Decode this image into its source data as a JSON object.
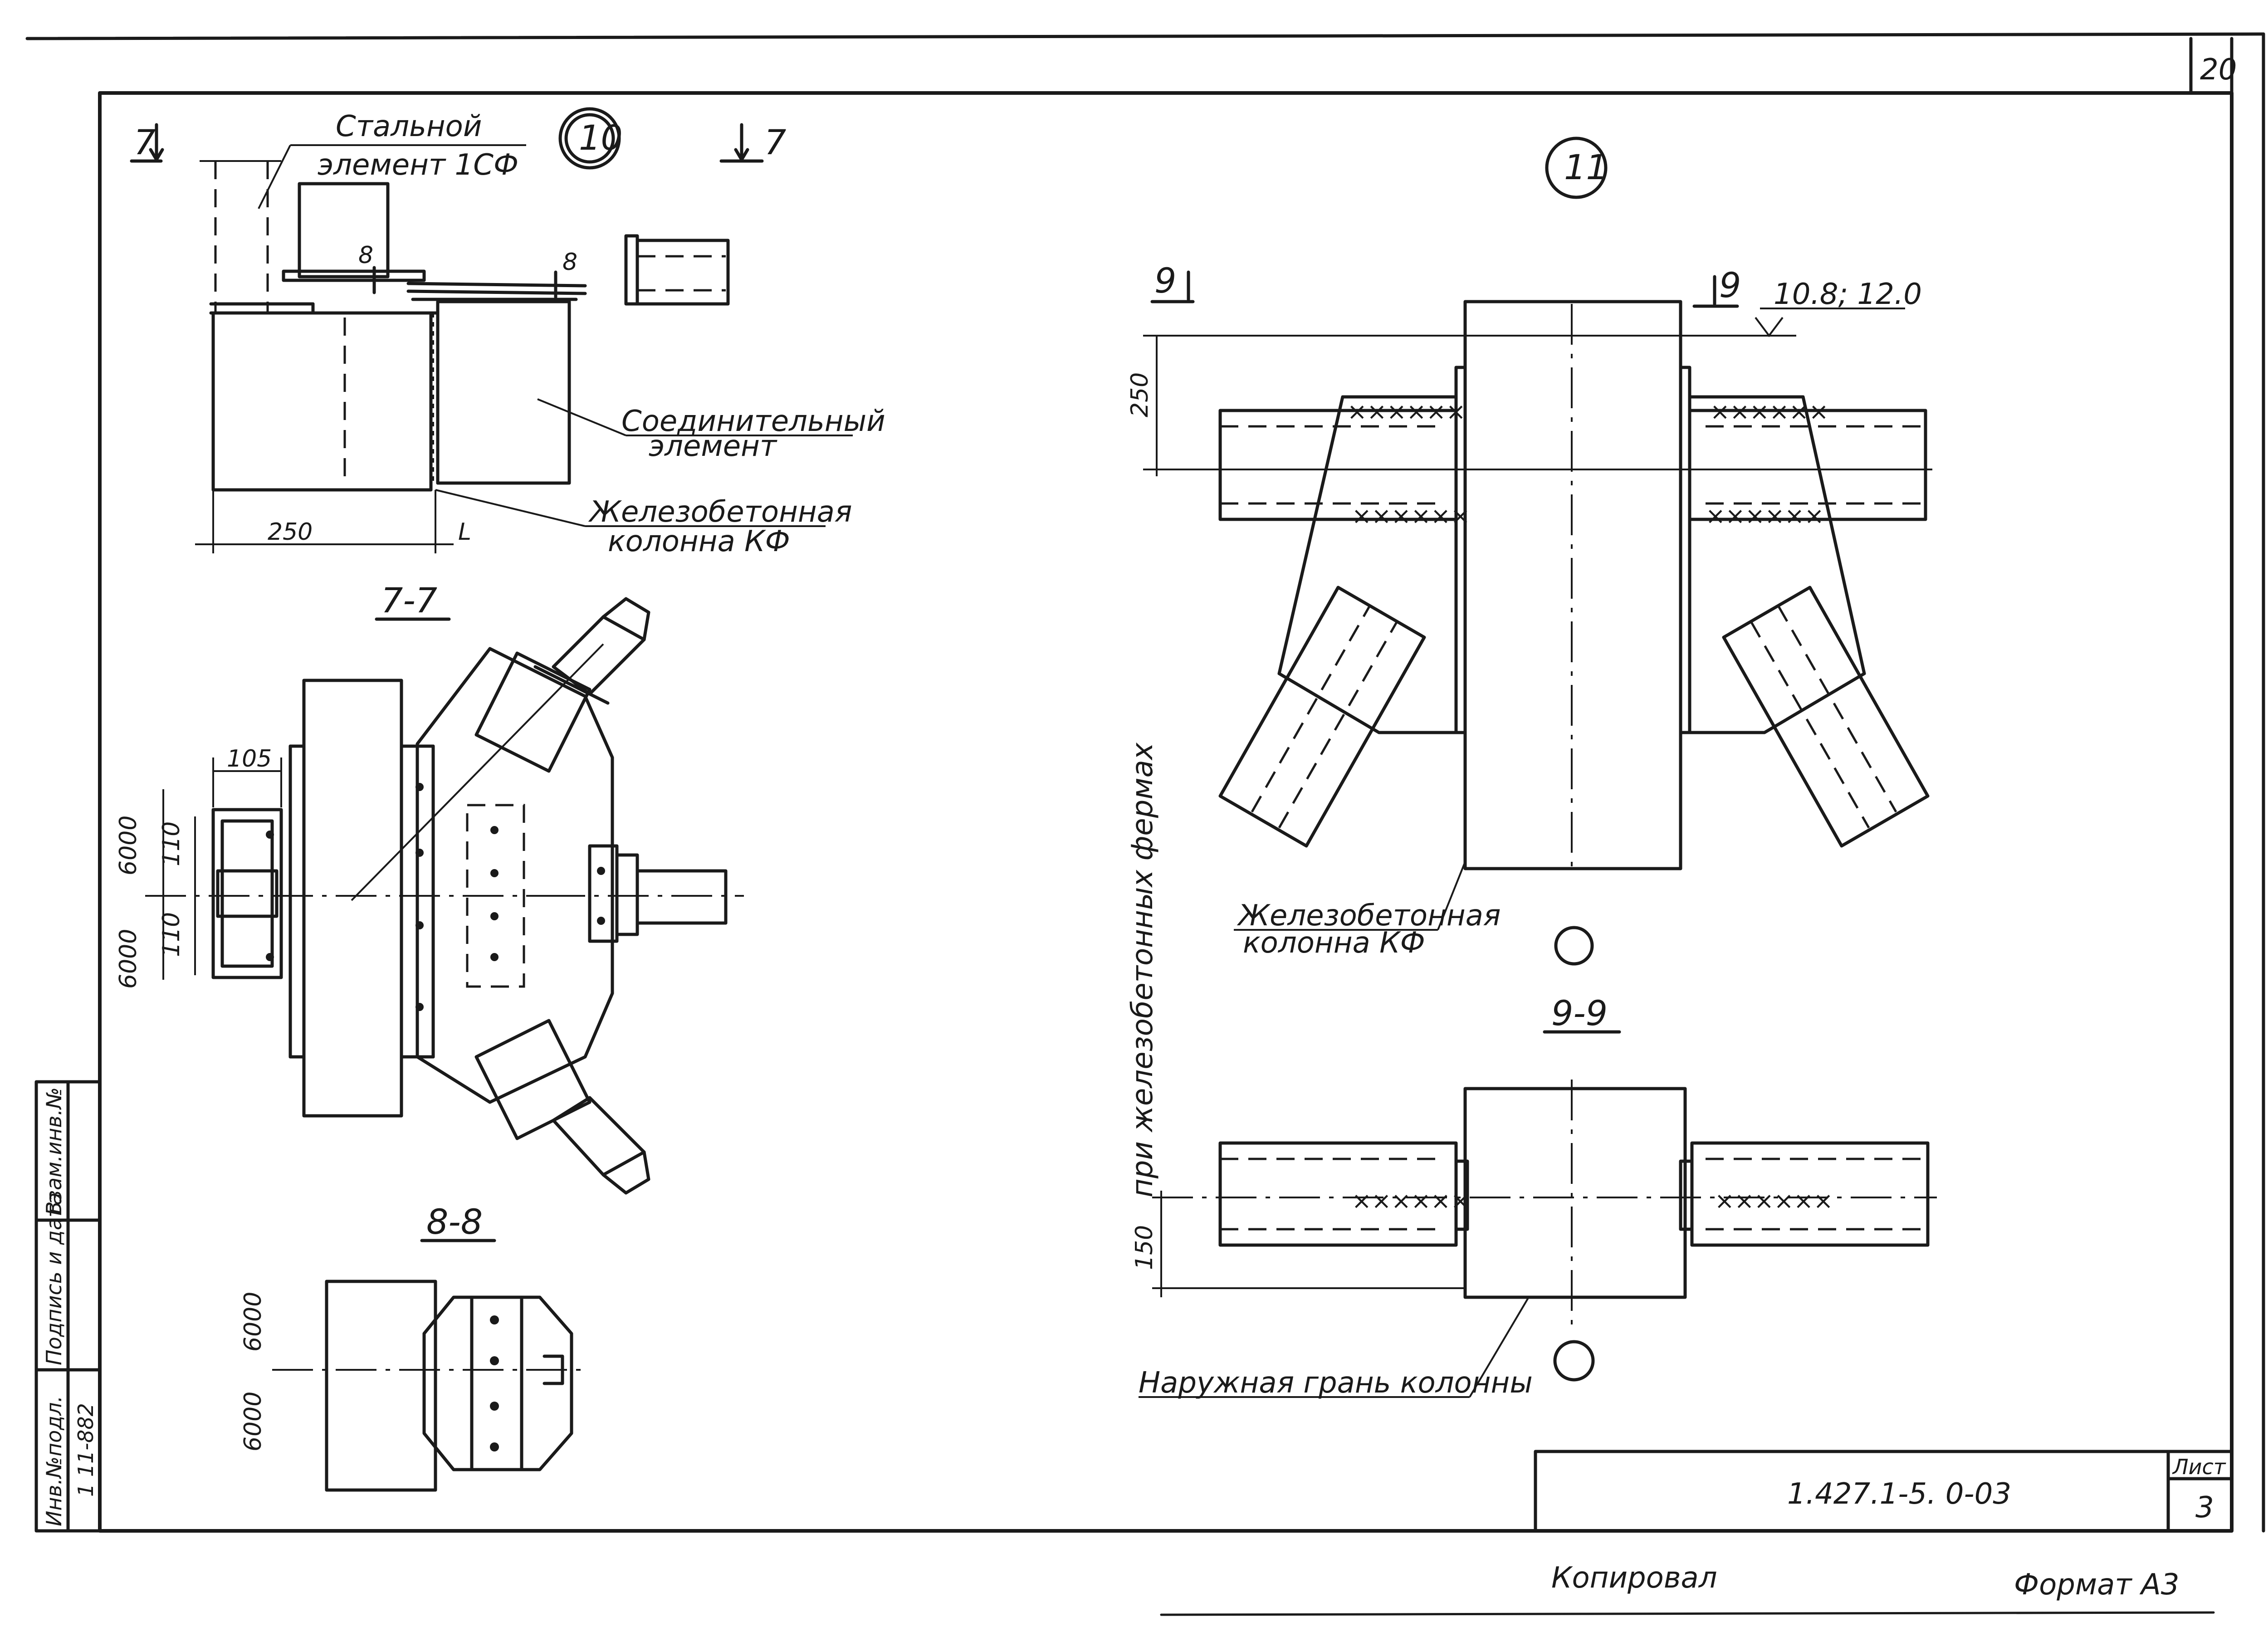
{
  "sheet": {
    "corner_page": "20",
    "sheet_label": "Лист",
    "sheet_number": "3",
    "doc_code": "1.427.1-5. 0-03",
    "copied_by": "Копировал",
    "format": "Формат А3"
  },
  "side_stamp": {
    "inv_orig": "Инв.№подл.",
    "sign_date": "Подпись и дата",
    "replaces_inv": "Взам.инв.№",
    "inv_number": "1 11-882"
  },
  "node10": {
    "marker": "10",
    "section_mark": "7",
    "label_steel": [
      "Стальной",
      "элемент 1СФ"
    ],
    "label_connecting": [
      "Соединительный",
      "элемент"
    ],
    "label_column": [
      "Железобетонная",
      "колонна КФ"
    ],
    "mark_8": "8",
    "dim_250": "250",
    "dim_L": "L"
  },
  "section77": {
    "title": "7-7",
    "dim_105": "105",
    "dim_110a": "110",
    "dim_110b": "110",
    "dim_6000a": "6000",
    "dim_6000b": "6000"
  },
  "section88": {
    "title": "8-8",
    "dim_6000a": "6000",
    "dim_6000b": "6000"
  },
  "node11": {
    "marker": "11",
    "section_mark": "9",
    "elevation": "10.8; 12.0",
    "dim_250": "250",
    "label_column": [
      "Железобетонная",
      "колонна КФ"
    ],
    "vertical_note": "при железобетонных фермах"
  },
  "section99": {
    "title": "9-9",
    "dim_150": "150",
    "label_outer_face": "Наружная грань колонны"
  }
}
